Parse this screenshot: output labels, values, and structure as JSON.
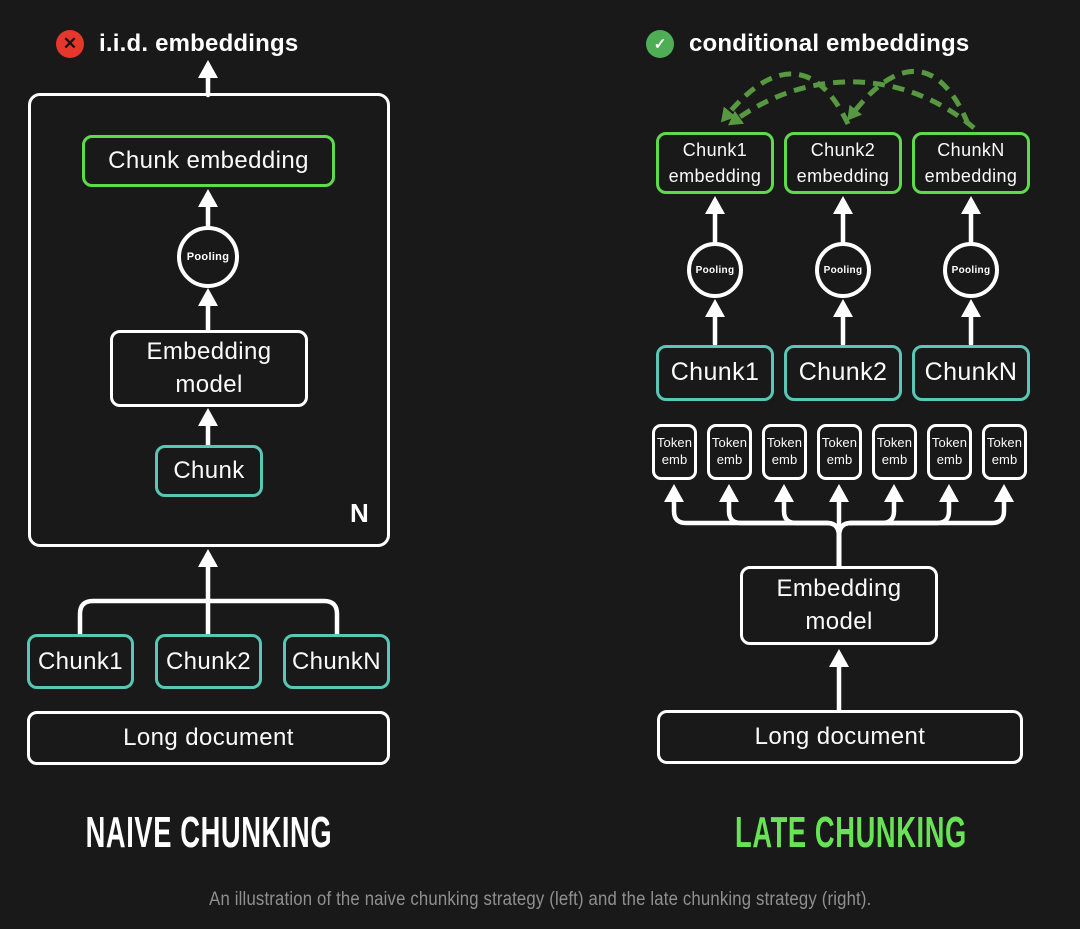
{
  "colors": {
    "background": "#191919",
    "stroke_white": "#ffffff",
    "teal_border": "#58C7B5",
    "green_border": "#5DDB4B",
    "attention_arc_green": "#579841",
    "error_red": "#E5372B",
    "success_green": "#4FAE55",
    "title_green": "#67E355",
    "caption_gray": "#909090"
  },
  "left_panel": {
    "header": {
      "icon": "x-circle",
      "icon_glyph": "✕",
      "label": "i.i.d. embeddings"
    },
    "chunk_embedding_label": "Chunk embedding",
    "pooling_label": "Pooling",
    "embedding_model": {
      "line1": "Embedding",
      "line2": "model"
    },
    "chunk_label": "Chunk",
    "repeat_label": "N",
    "chunks": [
      "Chunk1",
      "Chunk2",
      "ChunkN"
    ],
    "long_document_label": "Long document",
    "title": "NAIVE CHUNKING"
  },
  "right_panel": {
    "header": {
      "icon": "check-circle",
      "icon_glyph": "✓",
      "label": "conditional embeddings"
    },
    "embeddings": [
      {
        "line1": "Chunk1",
        "line2": "embedding"
      },
      {
        "line1": "Chunk2",
        "line2": "embedding"
      },
      {
        "line1": "ChunkN",
        "line2": "embedding"
      }
    ],
    "pooling_label": "Pooling",
    "chunks": [
      "Chunk1",
      "Chunk2",
      "ChunkN"
    ],
    "token_emb": {
      "line1": "Token",
      "line2": "emb"
    },
    "token_count": 7,
    "embedding_model": {
      "line1": "Embedding",
      "line2": "model"
    },
    "long_document_label": "Long document",
    "title": "LATE CHUNKING"
  },
  "caption": "An illustration of the naive chunking strategy (left) and the late chunking strategy (right)."
}
